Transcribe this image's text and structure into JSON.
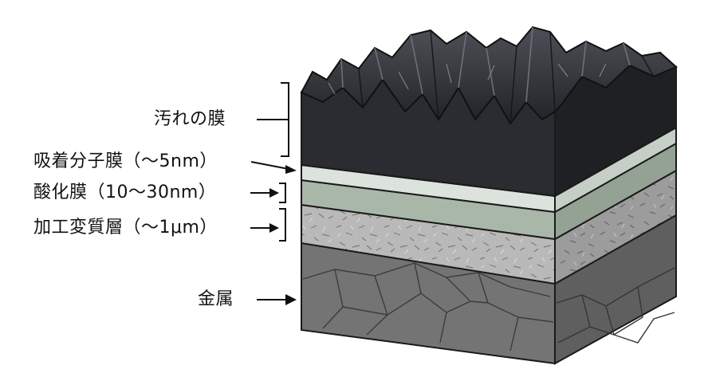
{
  "labels": {
    "dirt_film": "汚れの膜",
    "adsorbed_film": "吸着分子膜（～5nm）",
    "oxide_film": "酸化膜（10～30nm）",
    "work_affected_layer": "加工変質層（～1μm）",
    "metal": "金属"
  },
  "colors": {
    "dirt": "#26282d",
    "adsorbed": "#d9e0d9",
    "oxide": "#a8b6a8",
    "affected": "#b5b5b5",
    "metal": "#707070",
    "outline": "#1a1a1a"
  }
}
